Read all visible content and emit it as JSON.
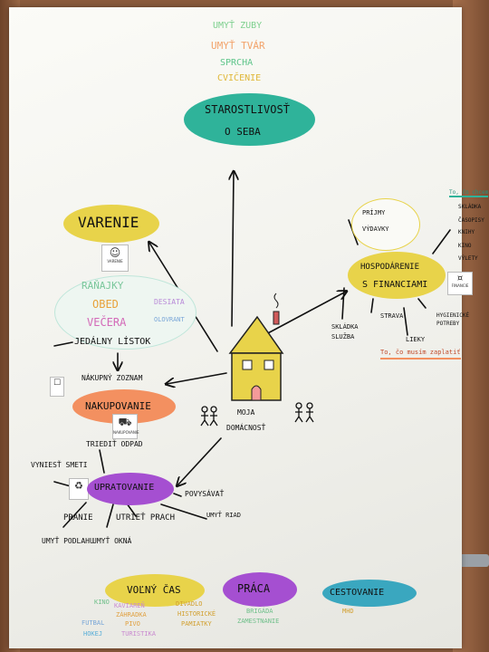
{
  "center": {
    "title_line1": "MOJA",
    "title_line2": "DOMÁCNOSŤ"
  },
  "care": {
    "items": [
      "UMYŤ ZUBY",
      "UMYŤ TVÁR",
      "SPRCHA",
      "CVIČENIE"
    ],
    "title_line1": "STAROSTLIVOSŤ",
    "title_line2": "O SEBA"
  },
  "cooking": {
    "title": "VARENIE",
    "picto": "VARENIE",
    "meals": [
      "RAŇAJKY",
      "OBED",
      "VEČERA"
    ],
    "snacks": [
      "DESIATA",
      "OLOVRANT"
    ],
    "menu": "JEDÁLNY LÍSTOK"
  },
  "shopping": {
    "list": "NÁKUPNÝ ZOZNAM",
    "title": "NAKUPOVANIE",
    "picto": "NAKUPOVANIE"
  },
  "cleaning": {
    "title": "UPRATOVANIE",
    "items": [
      "TRIEDIŤ ODPAD",
      "VYNIESŤ SMETI",
      "POVYSÁVAŤ",
      "UMYŤ RIAD",
      "PRANIE",
      "UTRIEŤ PRACH",
      "UMYŤ PODLAHU",
      "UMYŤ OKNÁ"
    ]
  },
  "finance": {
    "title_line1": "HOSPODÁRENIE",
    "title_line2": "S FINANCIAMI",
    "income": [
      "PRÍJMY",
      "VÝDAVKY"
    ],
    "expenses": [
      "SKLÁDKA",
      "ČASOPISY",
      "KNIHY",
      "KINO",
      "VÝLETY"
    ],
    "needs_header": "To, čo chcem",
    "picto": "FINANCIE",
    "items": [
      "SKLÁDKA SLUŽBA",
      "STRAVA",
      "LIEKY",
      "HYGIENICKÉ POTREBY"
    ],
    "footer": "To, čo musím zaplatiť"
  },
  "bottom": {
    "free_time": {
      "title": "VOĽNÝ ČAS",
      "notes": [
        "KINO",
        "KAVIAREŇ",
        "ZÁHRADKA",
        "FUTBAL",
        "PIVO",
        "HOKEJ",
        "DIVADLO",
        "HISTORICKÉ",
        "PAMIATKY",
        "TURISTIKA"
      ]
    },
    "work": {
      "title": "PRÁCA",
      "notes": [
        "BRIGÁDA",
        "ZAMESTNANIE"
      ]
    },
    "travel": {
      "title": "CESTOVANIE",
      "notes": [
        "MHD"
      ]
    }
  },
  "colors": {
    "teal": "#2fb39a",
    "yellow": "#e8d34a",
    "purple": "#a54fd1",
    "orange": "#f39060",
    "blue": "#3aa7bf",
    "mint": "#bfe6da"
  }
}
